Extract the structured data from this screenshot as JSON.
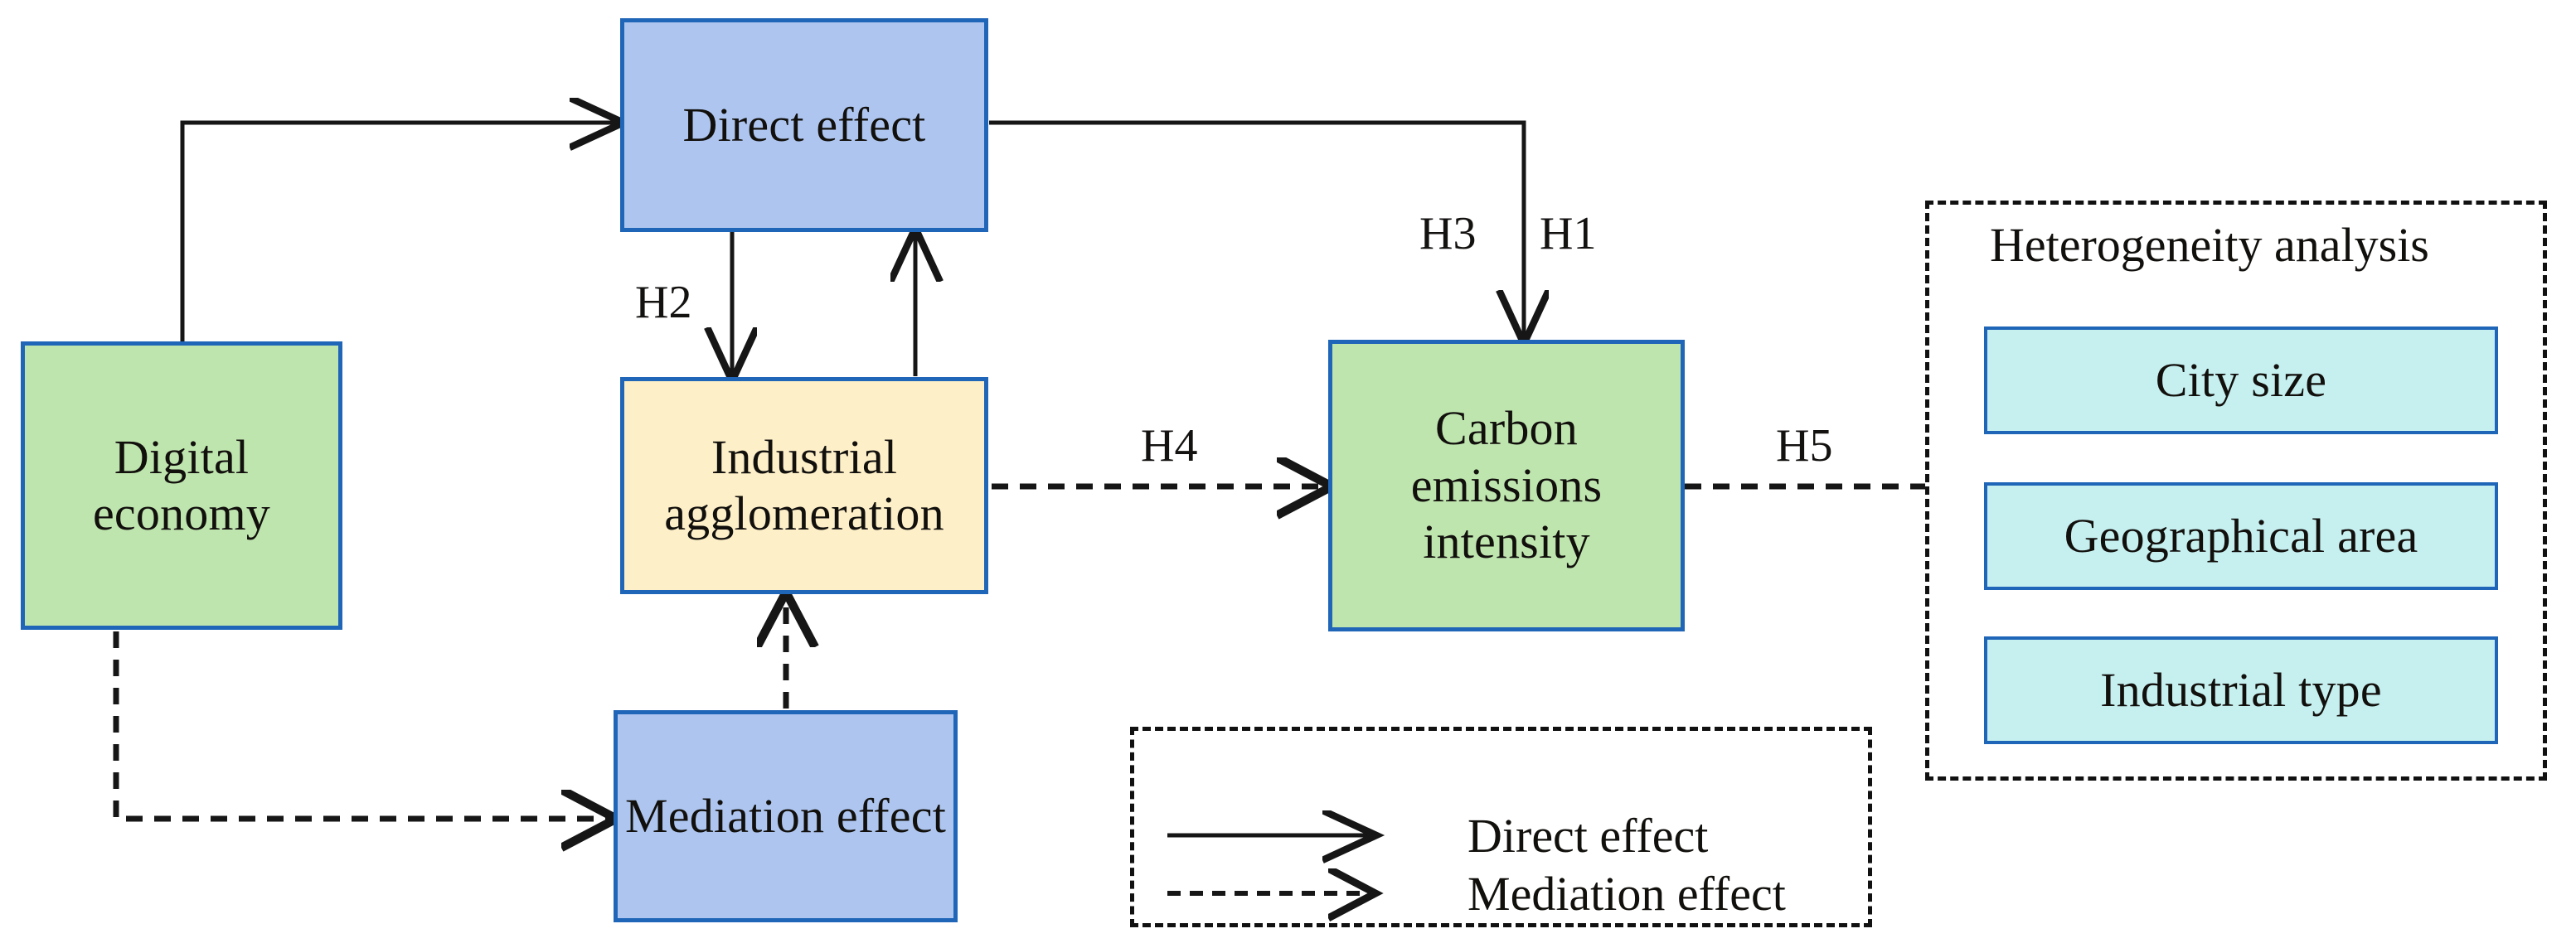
{
  "diagram": {
    "title_present": false,
    "colors": {
      "green_fill": "#BFE5AF",
      "blue_fill": "#AEC6EF",
      "cream_fill": "#FDEFC8",
      "cyan_fill": "#C6F0F0",
      "node_border": "#2066B8",
      "edge": "#161616",
      "dashed_border": "#111111"
    },
    "nodes": {
      "digital_economy": "Digital\neconomy",
      "digital_economy_line1": "Digital",
      "digital_economy_line2": "economy",
      "direct_effect": "Direct effect",
      "industrial_agglomeration_line1": "Industrial",
      "industrial_agglomeration_line2": "agglomeration",
      "carbon_line1": "Carbon",
      "carbon_line2": "emissions",
      "carbon_line3": "intensity",
      "mediation_effect": "Mediation effect"
    },
    "hypotheses": {
      "h1": "H1",
      "h2": "H2",
      "h3": "H3",
      "h4": "H4",
      "h5": "H5"
    },
    "heterogeneity_panel": {
      "title": "Heterogeneity analysis",
      "items": [
        {
          "label": "City size"
        },
        {
          "label": "Geographical area"
        },
        {
          "label": "Industrial type"
        }
      ]
    },
    "legend": {
      "entries": [
        {
          "label": "Direct effect",
          "style": "solid-arrow"
        },
        {
          "label": "Mediation effect",
          "style": "dashed-arrow"
        }
      ]
    }
  }
}
